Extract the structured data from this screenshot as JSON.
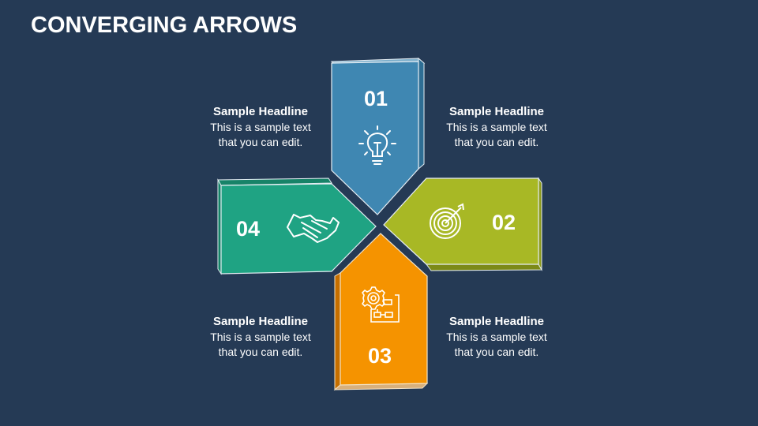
{
  "title": "CONVERGING ARROWS",
  "colors": {
    "background": "#253a55",
    "arrow_1": "#3f87b2",
    "arrow_2": "#a8b825",
    "arrow_3": "#f59300",
    "arrow_4": "#1fa383",
    "text": "#ffffff"
  },
  "arrows": [
    {
      "number": "01",
      "icon": "lightbulb-icon",
      "direction": "down",
      "color": "#3f87b2"
    },
    {
      "number": "02",
      "icon": "target-icon",
      "direction": "left",
      "color": "#a8b825"
    },
    {
      "number": "03",
      "icon": "gear-blueprint-icon",
      "direction": "up",
      "color": "#f59300"
    },
    {
      "number": "04",
      "icon": "handshake-icon",
      "direction": "right",
      "color": "#1fa383"
    }
  ],
  "text_blocks": [
    {
      "position": "top-left",
      "headline": "Sample Headline",
      "line1": "This is a sample text",
      "line2": "that you can edit."
    },
    {
      "position": "top-right",
      "headline": "Sample Headline",
      "line1": "This is a sample text",
      "line2": "that you can edit."
    },
    {
      "position": "bottom-left",
      "headline": "Sample Headline",
      "line1": "This is a sample text",
      "line2": "that you can edit."
    },
    {
      "position": "bottom-right",
      "headline": "Sample Headline",
      "line1": "This is a sample text",
      "line2": "that you can edit."
    }
  ]
}
